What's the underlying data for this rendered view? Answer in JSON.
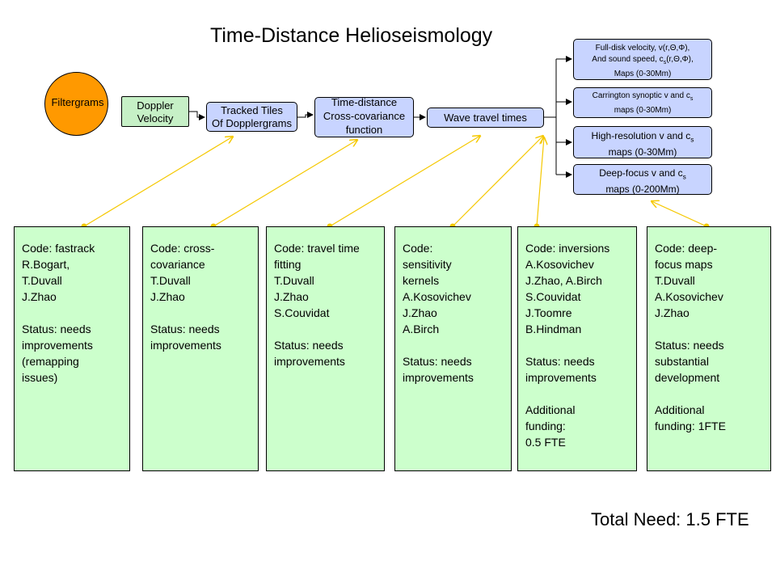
{
  "title": "Time-Distance Helioseismology",
  "total_need": "Total Need: 1.5 FTE",
  "pipeline": {
    "filtergrams": "Filtergrams",
    "doppler_velocity": [
      "Doppler",
      "Velocity"
    ],
    "tracked_tiles": [
      "Tracked Tiles",
      "Of Dopplergrams"
    ],
    "time_distance": [
      "Time-distance",
      "Cross-covariance",
      "function"
    ],
    "wave_travel_times": "Wave travel times"
  },
  "outputs": {
    "full_disk": [
      "Full-disk velocity, v(r,Θ,Φ),",
      "And sound speed, cs(r,Θ,Φ),",
      "Maps (0-30Mm)"
    ],
    "carrington": [
      "Carrington synoptic v and cs",
      "maps (0-30Mm)"
    ],
    "high_res": [
      "High-resolution v and cs",
      "maps (0-30Mm)"
    ],
    "deep_focus": [
      "Deep-focus v and cs",
      "maps (0-200Mm)"
    ]
  },
  "panels": [
    {
      "code": [
        "Code: fastrack",
        "R.Bogart,",
        "T.Duvall",
        "J.Zhao"
      ],
      "status": [
        "Status: needs",
        "improvements",
        "(remapping",
        "issues)"
      ]
    },
    {
      "code": [
        "Code: cross-",
        "covariance",
        "T.Duvall",
        "J.Zhao"
      ],
      "status": [
        "Status: needs",
        "improvements"
      ]
    },
    {
      "code": [
        "Code: travel time",
        "fitting",
        "T.Duvall",
        "J.Zhao",
        "S.Couvidat"
      ],
      "status": [
        "Status: needs",
        "improvements"
      ]
    },
    {
      "code": [
        "Code:",
        "sensitivity",
        "kernels",
        "A.Kosovichev",
        "J.Zhao",
        "A.Birch"
      ],
      "status": [
        "Status: needs",
        "improvements"
      ]
    },
    {
      "code": [
        "Code: inversions",
        "A.Kosovichev",
        "J.Zhao, A.Birch",
        "S.Couvidat",
        "J.Toomre",
        "B.Hindman"
      ],
      "status": [
        "Status: needs",
        "improvements"
      ],
      "funding": [
        "Additional",
        "funding:",
        "0.5 FTE"
      ]
    },
    {
      "code": [
        "Code: deep-",
        "focus maps",
        "T.Duvall",
        "A.Kosovichev",
        "J.Zhao"
      ],
      "status": [
        "Status: needs",
        "substantial",
        "development"
      ],
      "funding": [
        "Additional",
        "funding:  1FTE"
      ]
    }
  ],
  "colors": {
    "source_circle": "#ff9900",
    "input_boxes": "#c6f0c6",
    "process_boxes": "#c8d4ff",
    "panels": "#ccffcc",
    "pointer_arrows": "#f5c800"
  }
}
